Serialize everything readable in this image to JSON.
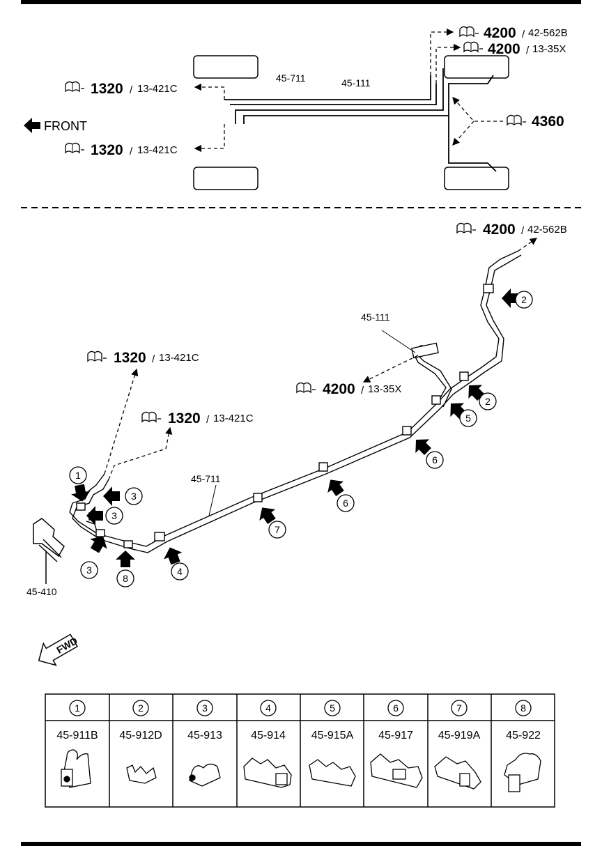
{
  "top_diagram": {
    "front_label": "FRONT",
    "pipe_labels": {
      "brake_pipe_main": "45-711",
      "brake_pipe_rear": "45-111"
    },
    "refs": {
      "front_left": {
        "group": "1320",
        "code": "13-421C"
      },
      "front_right": {
        "group": "1320",
        "code": "13-421C"
      },
      "rear_upper": {
        "group": "4200",
        "code": "42-562B"
      },
      "rear_lower": {
        "group": "4200",
        "code": "13-35X"
      },
      "rear_center": {
        "group": "4360"
      }
    }
  },
  "detail_diagram": {
    "refs": {
      "rear_top": {
        "group": "4200",
        "code": "42-562B"
      },
      "mid_right": {
        "group": "4200",
        "code": "13-35X"
      },
      "front_upper": {
        "group": "1320",
        "code": "13-421C"
      },
      "front_lower": {
        "group": "1320",
        "code": "13-421C"
      }
    },
    "part_labels": {
      "pipe_rear": "45-111",
      "pipe_main": "45-711",
      "hose": "45-410"
    },
    "clip_callouts": [
      "1",
      "2",
      "2",
      "3",
      "3",
      "3",
      "4",
      "5",
      "6",
      "6",
      "7",
      "8"
    ],
    "fwd_label": "FWD"
  },
  "clip_table": {
    "numbers": [
      "1",
      "2",
      "3",
      "4",
      "5",
      "6",
      "7",
      "8"
    ],
    "part_numbers": [
      "45-911B",
      "45-912D",
      "45-913",
      "45-914",
      "45-915A",
      "45-917",
      "45-919A",
      "45-922"
    ]
  },
  "icons": {
    "ref_icon": "book-reference-icon",
    "front_arrow": "arrow-left-icon",
    "callout_arrow": "block-arrow-icon"
  }
}
